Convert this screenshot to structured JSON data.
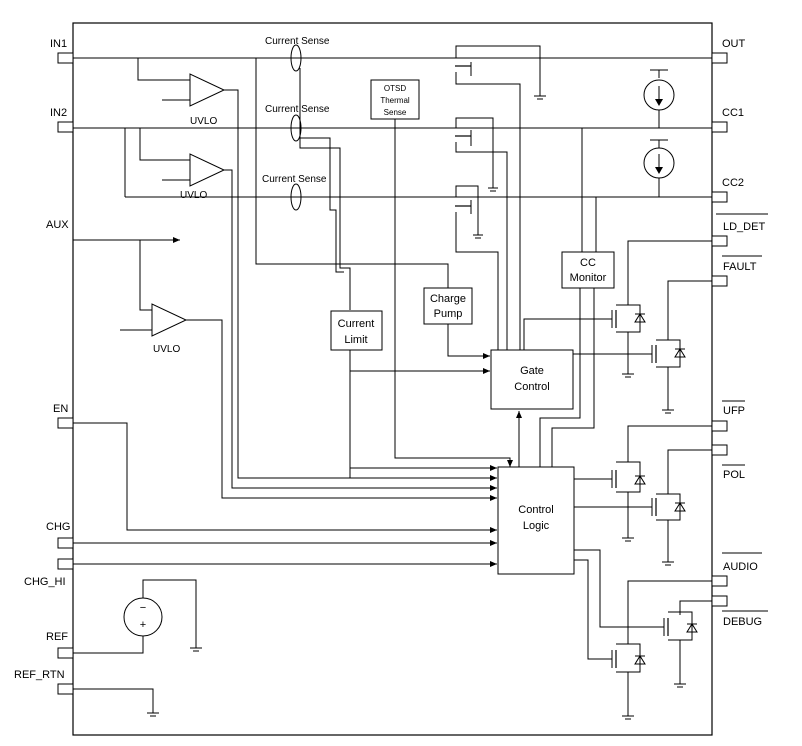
{
  "pins_left": {
    "in1": "IN1",
    "in2": "IN2",
    "aux": "AUX",
    "en": "EN",
    "chg": "CHG",
    "chg_hi": "CHG_HI",
    "ref": "REF",
    "ref_rtn": "REF_RTN"
  },
  "pins_right": {
    "out": "OUT",
    "cc1": "CC1",
    "cc2": "CC2",
    "ld_det": "LD_DET",
    "fault": "FAULT",
    "ufp": "UFP",
    "pol": "POL",
    "audio": "AUDIO",
    "debug": "DEBUG"
  },
  "sense": {
    "current_sense_1": "Current Sense",
    "current_sense_2": "Current Sense",
    "current_sense_3": "Current Sense"
  },
  "otsd": {
    "line1": "OTSD",
    "line2": "Thermal",
    "line3": "Sense"
  },
  "uvlo": {
    "uvlo_1": "UVLO",
    "uvlo_2": "UVLO",
    "uvlo_3": "UVLO"
  },
  "blocks": {
    "current_limit_1": "Current",
    "current_limit_2": "Limit",
    "charge_pump_1": "Charge",
    "charge_pump_2": "Pump",
    "cc_monitor_1": "CC",
    "cc_monitor_2": "Monitor",
    "gate_control_1": "Gate",
    "gate_control_2": "Control",
    "control_logic_1": "Control",
    "control_logic_2": "Logic"
  },
  "reference_source": {
    "minus": "−",
    "plus": "+"
  }
}
